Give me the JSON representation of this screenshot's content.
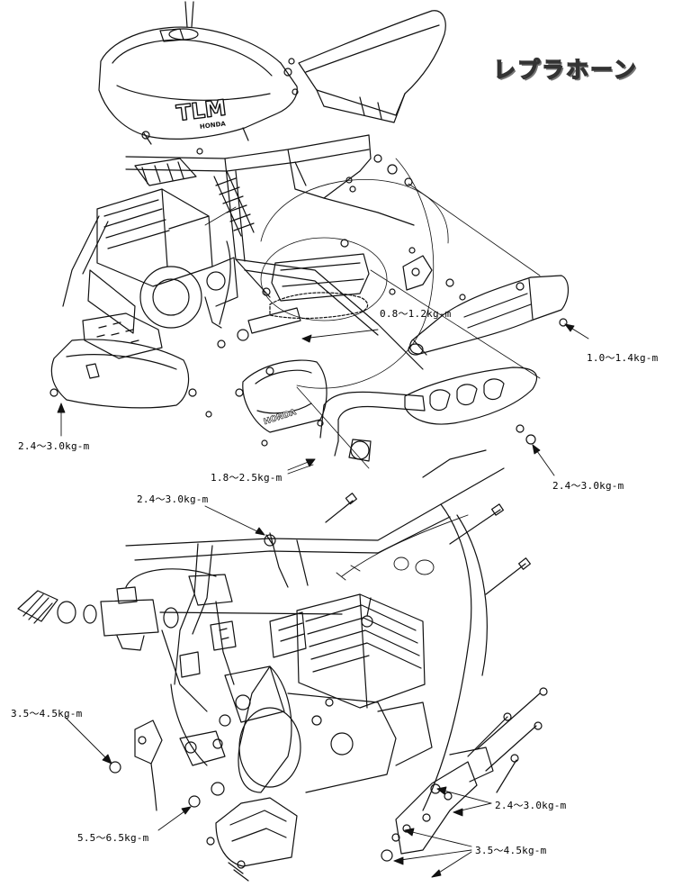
{
  "brand": {
    "text": "レプラホーン"
  },
  "tank_logo": {
    "model": "TLM",
    "maker": "HONDA"
  },
  "cover_logo": {
    "maker": "HONDA"
  },
  "torque_labels": [
    {
      "id": "rear-sprocket",
      "text": "0.8〜1.2kg-m"
    },
    {
      "id": "muffler-mount",
      "text": "1.0〜1.4kg-m"
    },
    {
      "id": "skid-plate",
      "text": "2.4〜3.0kg-m"
    },
    {
      "id": "exhaust-joint",
      "text": "1.8〜2.5kg-m"
    },
    {
      "id": "footpeg-bracket",
      "text": "2.4〜3.0kg-m"
    },
    {
      "id": "frame-bolt",
      "text": "2.4〜3.0kg-m"
    },
    {
      "id": "carb-clamp",
      "text": "3.5〜4.5kg-m"
    },
    {
      "id": "engine-bracket-upper",
      "text": "2.4〜3.0kg-m"
    },
    {
      "id": "pivot-nut",
      "text": "5.5〜6.5kg-m"
    },
    {
      "id": "engine-bracket-lower",
      "text": "3.5〜4.5kg-m"
    }
  ]
}
